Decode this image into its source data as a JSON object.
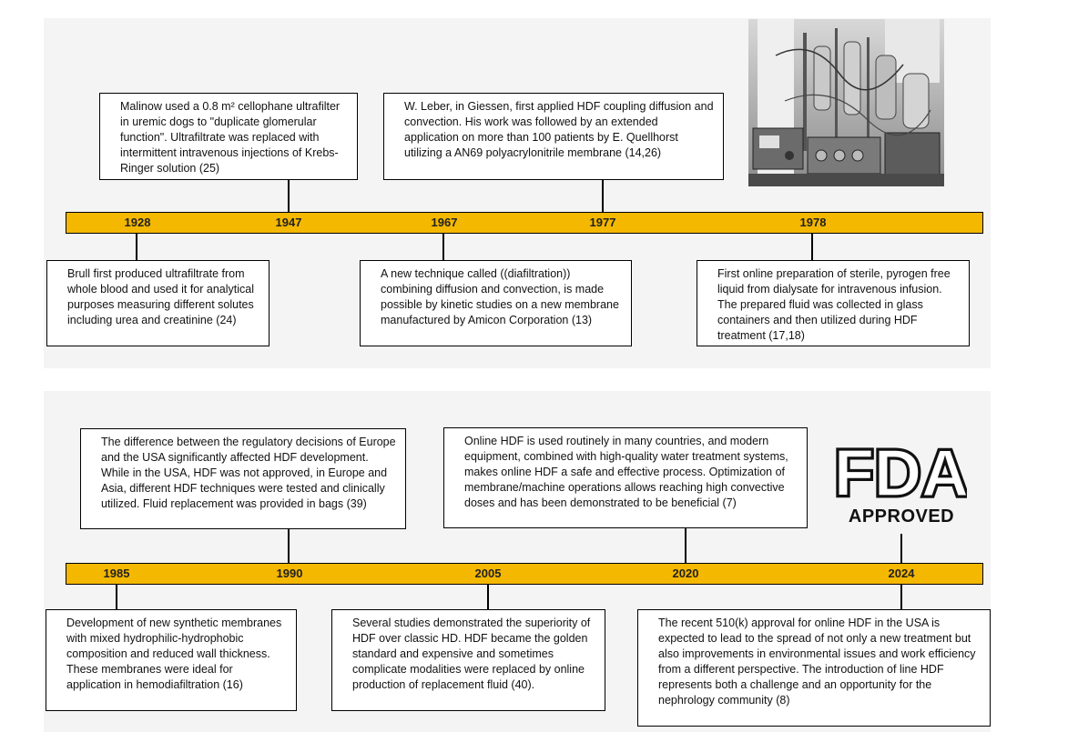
{
  "timeline_top": {
    "years": [
      "1928",
      "1947",
      "1967",
      "1977",
      "1978"
    ],
    "events": [
      {
        "year": "1947",
        "position": "above",
        "text": "Malinow used a 0.8 m² cellophane ultrafilter in uremic dogs to \"duplicate glomerular function\". Ultrafiltrate was replaced with intermittent intravenous injections of Krebs-Ringer solution (25)"
      },
      {
        "year": "1977",
        "position": "above",
        "text": "W. Leber, in Giessen, first applied HDF coupling diffusion and convection. His work was followed by an extended application on more than 100 patients by E. Quellhorst utilizing a AN69 polyacrylonitrile membrane (14,26)"
      },
      {
        "year": "1928",
        "position": "below",
        "text": "Brull first produced ultrafiltrate from whole blood and used it for analytical purposes measuring different solutes including urea and creatinine (24)"
      },
      {
        "year": "1967",
        "position": "below",
        "text": "A new technique called ((diafiltration)) combining diffusion and convection, is made possible by kinetic studies on a new membrane manufactured by Amicon Corporation (13)"
      },
      {
        "year": "1978",
        "position": "below",
        "text": "First online preparation of sterile, pyrogen free liquid from dialysate for intravenous infusion. The prepared fluid was collected in glass containers and then utilized during HDF treatment (17,18)"
      }
    ]
  },
  "timeline_bottom": {
    "years": [
      "1985",
      "1990",
      "2005",
      "2020",
      "2024"
    ],
    "events": [
      {
        "year": "1990",
        "position": "above",
        "text": "The difference between the regulatory decisions of Europe and the USA significantly affected HDF development. While in the USA, HDF was not approved, in Europe and Asia, different HDF techniques were tested and clinically utilized. Fluid replacement was provided in bags (39)"
      },
      {
        "year": "2020",
        "position": "above",
        "text": "Online HDF is used routinely in many countries, and modern equipment, combined with high-quality water treatment systems, makes online HDF a safe and effective process. Optimization of membrane/machine operations allows reaching high convective doses and has been demonstrated to be beneficial (7)"
      },
      {
        "year": "1985",
        "position": "below",
        "text": "Development of new synthetic membranes with mixed hydrophilic-hydrophobic composition and reduced wall thickness. These membranes were ideal for application in hemodiafiltration (16)"
      },
      {
        "year": "2005",
        "position": "below",
        "text": "Several studies demonstrated the superiority of HDF over classic HD. HDF became the golden standard and expensive and sometimes complicate modalities were replaced by online production of replacement fluid (40)."
      },
      {
        "year": "2024",
        "position": "below",
        "text": "The recent 510(k) approval for online HDF in the USA is expected to lead to the spread of not only a new treatment but also improvements in environmental issues and work efficiency from a different perspective. The introduction of line HDF represents both a challenge and an opportunity for the nephrology community (8)"
      }
    ]
  },
  "fda_logo": {
    "wordmark": "FDA",
    "caption": "APPROVED"
  },
  "colors": {
    "bar": "#f5b800",
    "band": "#f4f4f4",
    "border": "#000000"
  }
}
